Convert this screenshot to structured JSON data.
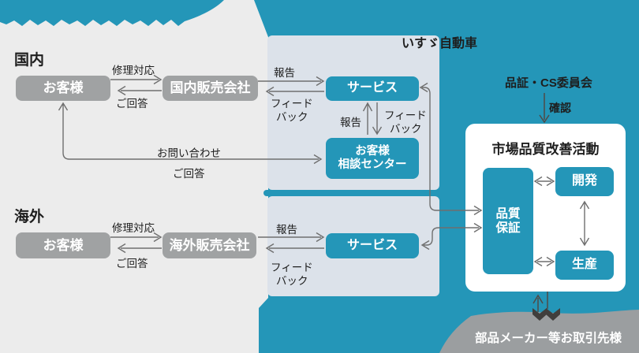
{
  "colors": {
    "teal": "#2496B8",
    "page_bg": "#ECECEC",
    "panel_bg": "#DCE2EA",
    "box_gray": "#A0A2A3",
    "supplier_gray": "#9B9EA0",
    "arrow_gray": "#6F6F6F",
    "arrow_dark": "#4E4A47",
    "white": "#FFFFFF"
  },
  "company": {
    "name": "いすゞ自動車"
  },
  "domestic": {
    "section_label": "国内",
    "customer": "お客様",
    "dealer": "国内販売会社",
    "repair_label": "修理対応",
    "reply_label": "ご回答",
    "report_label": "報告",
    "feedback_line1": "フィード",
    "feedback_line2": "バック"
  },
  "overseas": {
    "section_label": "海外",
    "customer": "お客様",
    "dealer": "海外販売会社",
    "repair_label": "修理対応",
    "reply_label": "ご回答",
    "report_label": "報告",
    "feedback_line1": "フィード",
    "feedback_line2": "バック"
  },
  "inquiry": {
    "inquiry_label": "お問い合わせ",
    "reply_label": "ご回答"
  },
  "service": {
    "upper": "サービス",
    "lower": "サービス",
    "report_label": "報告",
    "feedback_line1": "フィード",
    "feedback_line2": "バック"
  },
  "call_center": {
    "line1": "お客様",
    "line2": "相談センター"
  },
  "committee": {
    "name": "品証・CS委員会",
    "confirm_label": "確認"
  },
  "improvement": {
    "title": "市場品質改善活動",
    "qa_line1": "品質",
    "qa_line2": "保証",
    "development": "開発",
    "production": "生産"
  },
  "suppliers": {
    "name": "部品メーカー等お取引先様"
  }
}
